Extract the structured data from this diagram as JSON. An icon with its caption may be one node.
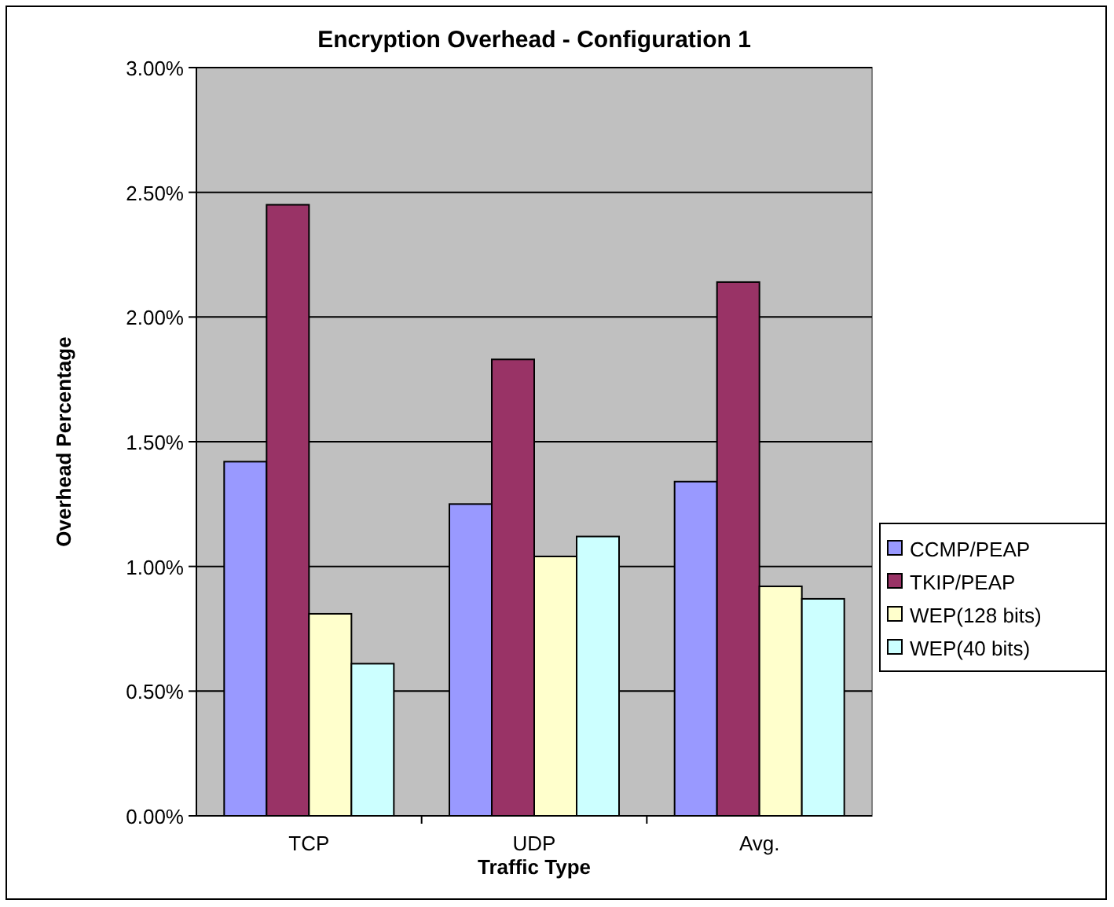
{
  "diagram": {
    "chart_data": {
      "type": "bar",
      "title": "Encryption Overhead - Configuration 1",
      "xlabel": "Traffic Type",
      "ylabel": "Overhead Percentage",
      "categories": [
        "TCP",
        "UDP",
        "Avg."
      ],
      "series": [
        {
          "name": "CCMP/PEAP",
          "color": "#9999ff",
          "values": [
            1.42,
            1.25,
            1.34
          ]
        },
        {
          "name": "TKIP/PEAP",
          "color": "#993366",
          "values": [
            2.45,
            1.83,
            2.14
          ]
        },
        {
          "name": "WEP(128 bits)",
          "color": "#ffffcc",
          "values": [
            0.81,
            1.04,
            0.92
          ]
        },
        {
          "name": "WEP(40 bits)",
          "color": "#ccffff",
          "values": [
            0.61,
            1.12,
            0.87
          ]
        }
      ],
      "ylim": [
        0,
        3
      ],
      "grid": true,
      "legend": true,
      "yticks": [
        {
          "value": 0,
          "label": "0.00%"
        },
        {
          "value": 0.5,
          "label": "0.50%"
        },
        {
          "value": 1,
          "label": "1.00%"
        },
        {
          "value": 1.5,
          "label": "1.50%"
        },
        {
          "value": 2,
          "label": "2.00%"
        },
        {
          "value": 2.5,
          "label": "2.50%"
        },
        {
          "value": 3,
          "label": "3.00%"
        }
      ]
    }
  }
}
